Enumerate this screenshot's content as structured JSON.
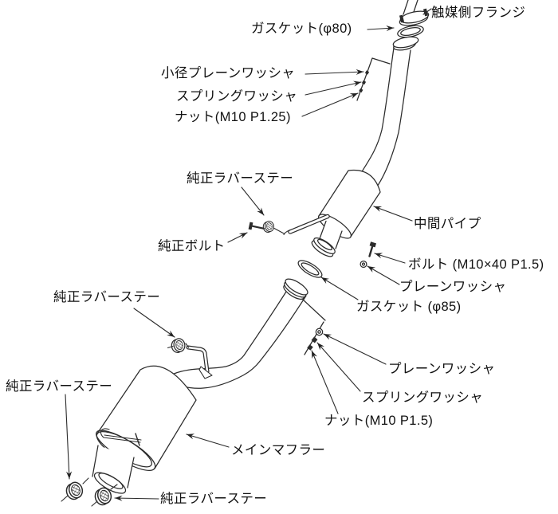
{
  "diagram": {
    "background": "#ffffff",
    "line_color": "#2b2b2b",
    "labels": {
      "catalyst_flange": "触媒側フランジ",
      "gasket_80": "ガスケット(φ80)",
      "small_plain_washer": "小径プレーンワッシャ",
      "spring_washer_upper": "スプリングワッシャ",
      "nut_upper": "ナット(M10 P1.25)",
      "oem_rubber_stay_mid": "純正ラバーステー",
      "center_pipe": "中間パイプ",
      "oem_bolt": "純正ボルト",
      "bolt_m10x40": "ボルト (M10×40 P1.5)",
      "plain_washer_mid": "プレーンワッシャ",
      "gasket_85": "ガスケット (φ85)",
      "oem_rubber_stay_left": "純正ラバーステー",
      "plain_washer_lower": "プレーンワッシャ",
      "spring_washer_lower": "スプリングワッシャ",
      "nut_lower": "ナット(M10 P1.5)",
      "oem_rubber_stay_bottom_left": "純正ラバーステー",
      "main_muffler": "メインマフラー",
      "oem_rubber_stay_bottom": "純正ラバーステー"
    }
  }
}
